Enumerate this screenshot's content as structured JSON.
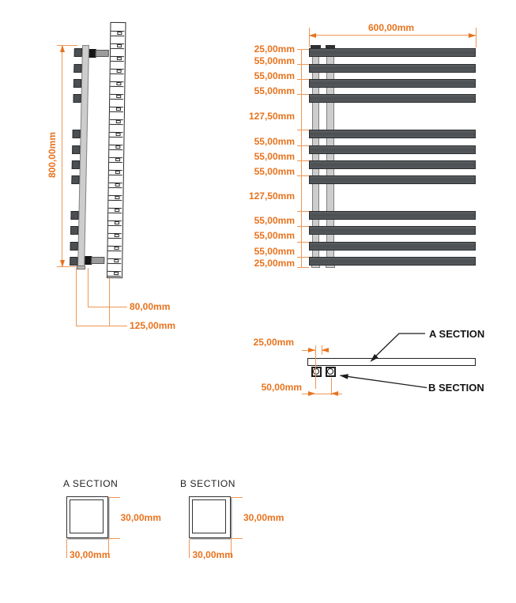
{
  "drawing_title": "towel-radiator-technical-drawing",
  "colors": {
    "accent_orange": "#E8731E",
    "line_orange": "#EF9655",
    "bar_dark": "#515558",
    "bar_border": "#2b2d2f",
    "collector_gray": "#cdcdcd",
    "collector_border": "#7e7e7e",
    "outline_black": "#2c2c2c"
  },
  "side_view": {
    "height_label": "800,00mm",
    "depth_label_1": "80,00mm",
    "depth_label_2": "125,00mm"
  },
  "front_view": {
    "width_label": "600,00mm",
    "spacing_labels": [
      "25,00mm",
      "55,00mm",
      "55,00mm",
      "55,00mm",
      "127,50mm",
      "55,00mm",
      "55,00mm",
      "55,00mm",
      "127,50mm",
      "55,00mm",
      "55,00mm",
      "55,00mm",
      "25,00mm"
    ],
    "bar_count": 12
  },
  "plan_view": {
    "offset_label": "25,00mm",
    "spacing_label": "50,00mm",
    "callout_a": "A SECTION",
    "callout_b": "B SECTION"
  },
  "sections": [
    {
      "title": "A SECTION",
      "width_label": "30,00mm",
      "height_label": "30,00mm"
    },
    {
      "title": "B SECTION",
      "width_label": "30,00mm",
      "height_label": "30,00mm"
    }
  ]
}
